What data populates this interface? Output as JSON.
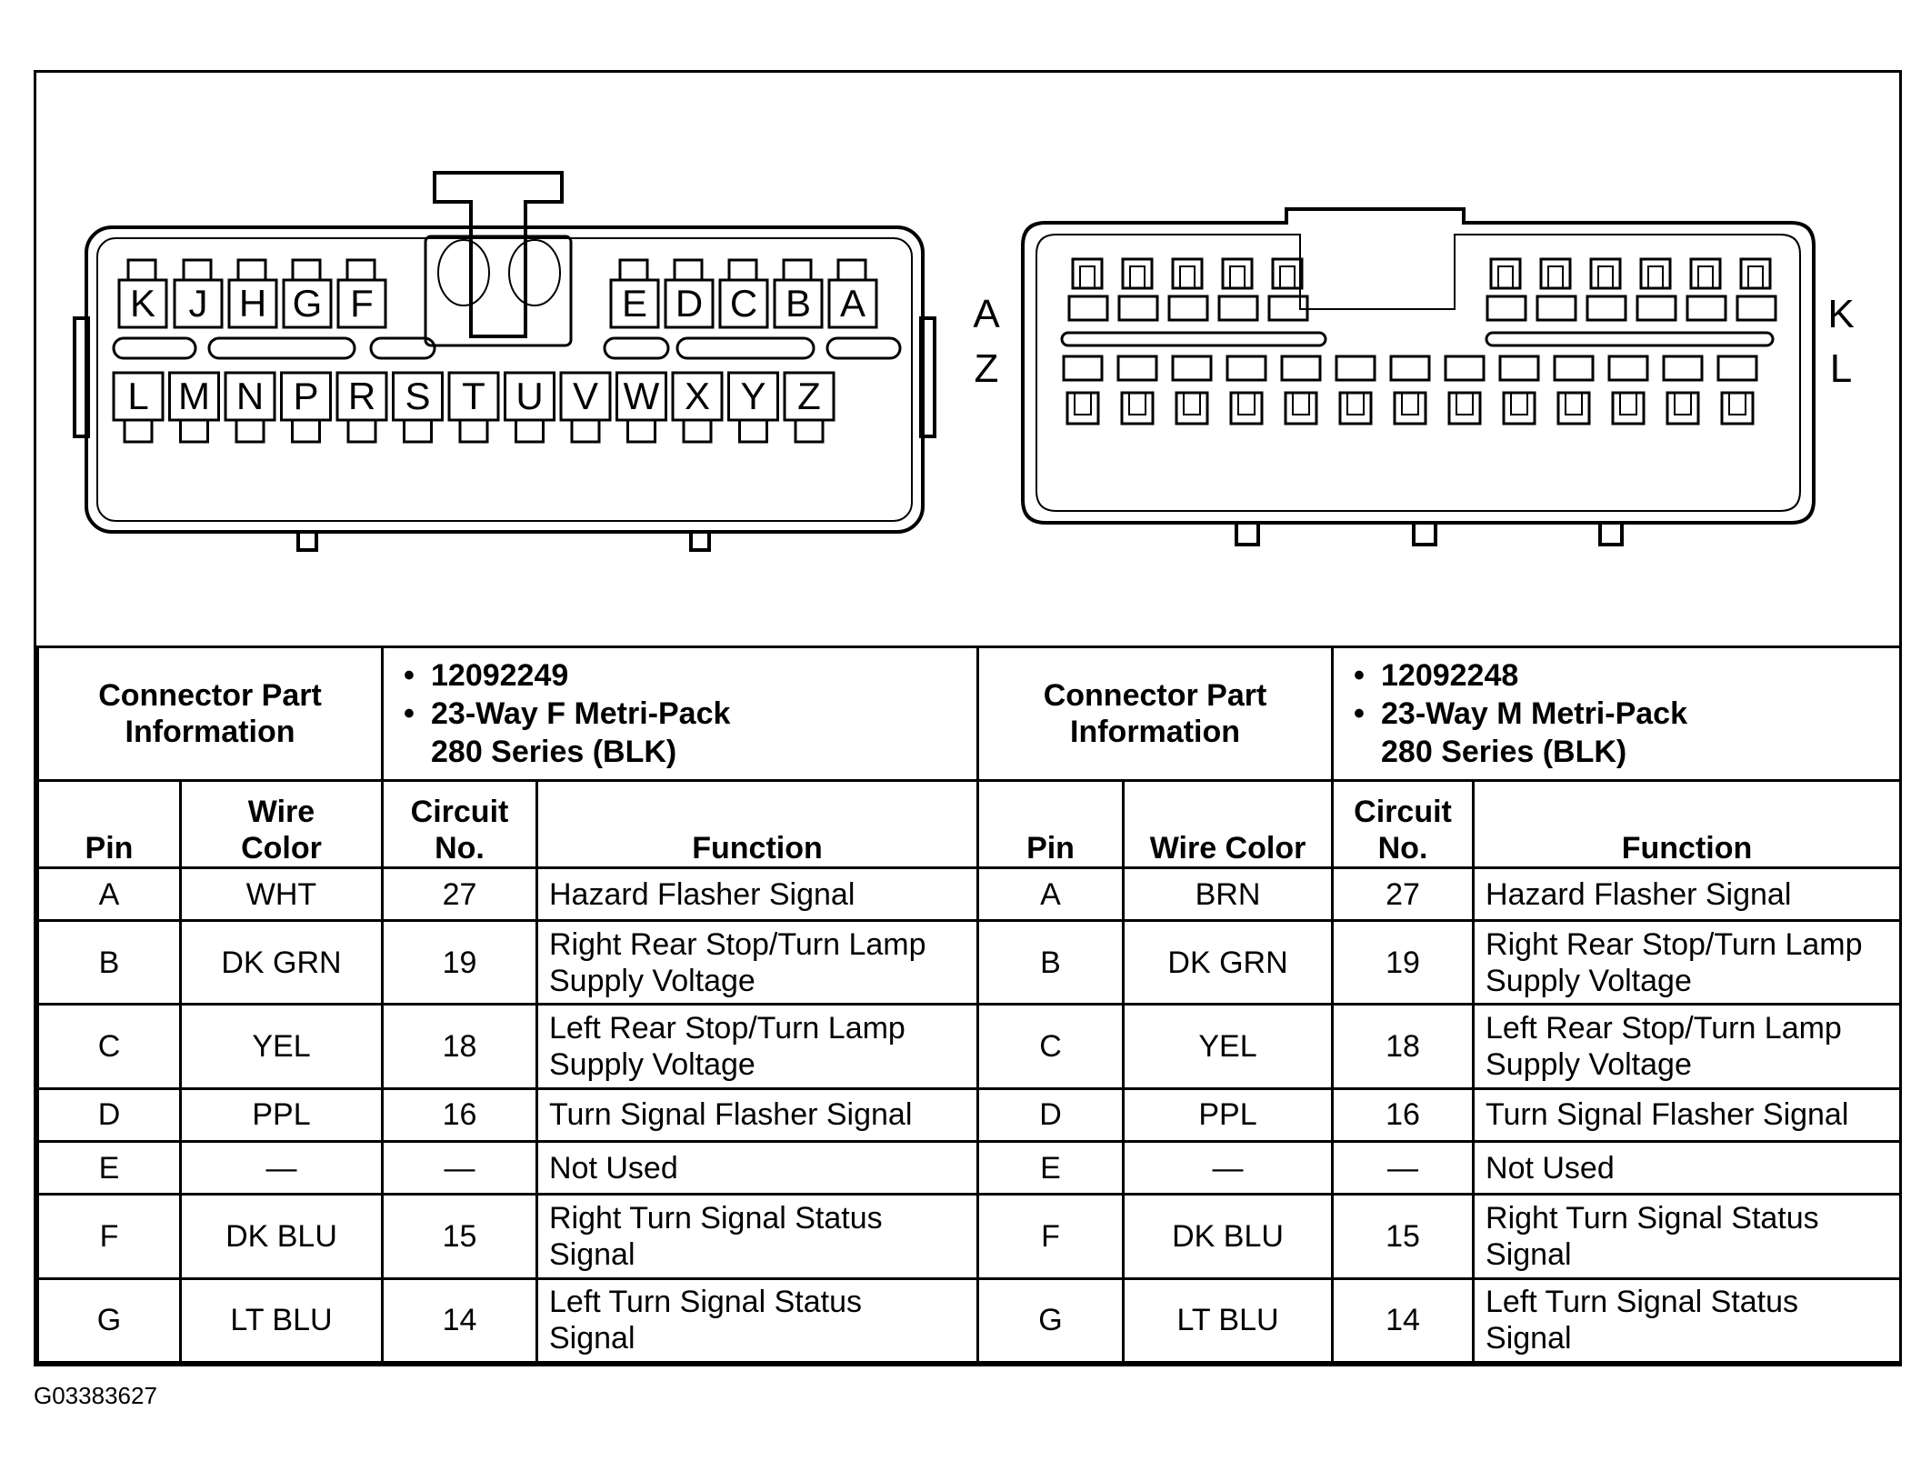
{
  "connector_info": {
    "label_line1": "Connector Part",
    "label_line2": "Information",
    "female": {
      "part_number": "12092249",
      "desc_line1": "23-Way F Metri-Pack",
      "desc_line2": "280 Series (BLK)"
    },
    "male": {
      "part_number": "12092248",
      "desc_line1": "23-Way M Metri-Pack",
      "desc_line2": "280 Series (BLK)"
    }
  },
  "headers": {
    "pin": "Pin",
    "wire_color_l1": "Wire",
    "wire_color_l2": "Color",
    "wire_color_single": "Wire Color",
    "circuit_l1": "Circuit",
    "circuit_l2": "No.",
    "function": "Function"
  },
  "female_pins": {
    "top": [
      "K",
      "J",
      "H",
      "G",
      "F",
      "E",
      "D",
      "C",
      "B",
      "A"
    ],
    "bottom": [
      "L",
      "M",
      "N",
      "P",
      "R",
      "S",
      "T",
      "U",
      "V",
      "W",
      "X",
      "Y",
      "Z"
    ]
  },
  "male_side_labels": {
    "top_left": "A",
    "bottom_left": "Z",
    "top_right": "K",
    "bottom_right": "L"
  },
  "rows": [
    {
      "pin": "A",
      "f_color": "WHT",
      "f_circuit": "27",
      "f_fn_l1": "Hazard Flasher Signal",
      "f_fn_l2": "",
      "m_color": "BRN",
      "m_circuit": "27",
      "m_fn_l1": "Hazard Flasher Signal",
      "m_fn_l2": ""
    },
    {
      "pin": "B",
      "f_color": "DK GRN",
      "f_circuit": "19",
      "f_fn_l1": "Right Rear Stop/Turn Lamp",
      "f_fn_l2": "Supply Voltage",
      "m_color": "DK GRN",
      "m_circuit": "19",
      "m_fn_l1": "Right Rear Stop/Turn Lamp",
      "m_fn_l2": "Supply Voltage"
    },
    {
      "pin": "C",
      "f_color": "YEL",
      "f_circuit": "18",
      "f_fn_l1": "Left Rear Stop/Turn Lamp",
      "f_fn_l2": "Supply Voltage",
      "m_color": "YEL",
      "m_circuit": "18",
      "m_fn_l1": "Left Rear Stop/Turn Lamp",
      "m_fn_l2": "Supply Voltage"
    },
    {
      "pin": "D",
      "f_color": "PPL",
      "f_circuit": "16",
      "f_fn_l1": "Turn Signal Flasher Signal",
      "f_fn_l2": "",
      "m_color": "PPL",
      "m_circuit": "16",
      "m_fn_l1": "Turn Signal Flasher Signal",
      "m_fn_l2": ""
    },
    {
      "pin": "E",
      "f_color": "—",
      "f_circuit": "—",
      "f_fn_l1": "Not Used",
      "f_fn_l2": "",
      "m_color": "—",
      "m_circuit": "—",
      "m_fn_l1": "Not Used",
      "m_fn_l2": ""
    },
    {
      "pin": "F",
      "f_color": "DK BLU",
      "f_circuit": "15",
      "f_fn_l1": "Right Turn Signal Status",
      "f_fn_l2": "Signal",
      "m_color": "DK BLU",
      "m_circuit": "15",
      "m_fn_l1": "Right Turn Signal Status",
      "m_fn_l2": "Signal"
    },
    {
      "pin": "G",
      "f_color": "LT BLU",
      "f_circuit": "14",
      "f_fn_l1": "Left Turn Signal Status",
      "f_fn_l2": "Signal",
      "m_color": "LT BLU",
      "m_circuit": "14",
      "m_fn_l1": "Left Turn Signal Status",
      "m_fn_l2": "Signal"
    }
  ],
  "figure_code": "G03383627"
}
